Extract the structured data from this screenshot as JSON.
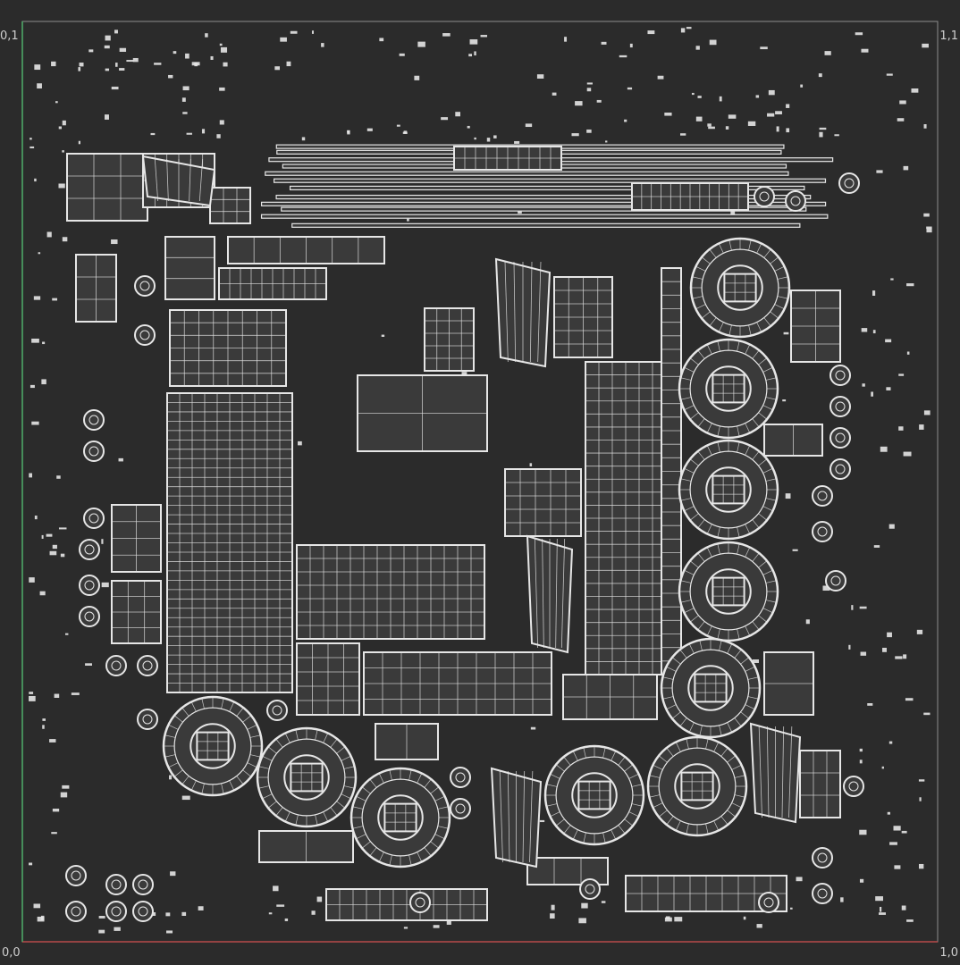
{
  "viewport": {
    "corner_labels": {
      "top_left": "0,1",
      "top_right": "1,1",
      "bottom_left": "0,0",
      "bottom_right": "1,0"
    },
    "colors": {
      "background": "#2b2b2b",
      "grid_frame": "#8c8c8c",
      "u_axis": "#b84a4a",
      "v_axis": "#4fae6a",
      "uv_edge": "#e6e6e6",
      "uv_fill": "#3a3a3a"
    }
  }
}
